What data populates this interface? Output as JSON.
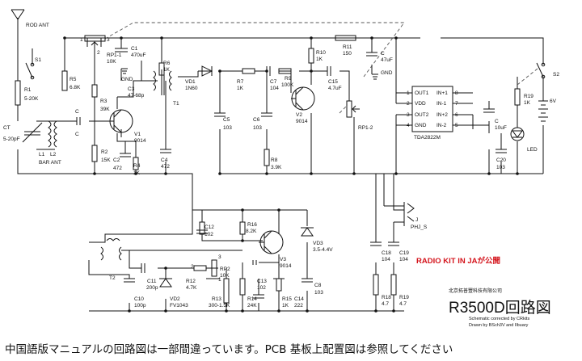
{
  "antenna": {
    "label": "ROD ANT"
  },
  "switch1": {
    "ref": "S1"
  },
  "switch2": {
    "ref": "S2"
  },
  "r1": {
    "ref": "R1",
    "value": "5-20K"
  },
  "ct": {
    "ref": "CT",
    "value": "5-20pF"
  },
  "coil": {
    "l1": "L1",
    "l2": "L2",
    "label": "BAR ANT"
  },
  "cap_c": {
    "ref": "C",
    "value": "C"
  },
  "r5": {
    "ref": "R5",
    "value": "6.8K"
  },
  "rp1_1": {
    "ref": "RP1-1",
    "value": "10K"
  },
  "r3": {
    "ref": "R3",
    "value": "39K"
  },
  "r2": {
    "ref": "R2",
    "value": "15K"
  },
  "c2": {
    "ref": "C2",
    "value": "472"
  },
  "v1": {
    "ref": "V1",
    "value": "9014"
  },
  "r4": {
    "ref": "R4",
    "value": "1K"
  },
  "c1": {
    "ref": "C1",
    "value": "470uF"
  },
  "gnd1": "GND",
  "r6": {
    "ref": "R6",
    "value": "1K"
  },
  "c3": {
    "ref": "C3",
    "value": "47-68p"
  },
  "t1": "T1",
  "c4": {
    "ref": "C4",
    "value": "472"
  },
  "vd1": {
    "ref": "VD1",
    "value": "1N60"
  },
  "c5": {
    "ref": "C5",
    "value": "103"
  },
  "r7": {
    "ref": "R7",
    "value": "1K"
  },
  "c6": {
    "ref": "C6",
    "value": "103"
  },
  "c7": {
    "ref": "C7",
    "value": "104"
  },
  "r9": {
    "ref": "R9",
    "value": "100K"
  },
  "r8": {
    "ref": "R8",
    "value": "3.9K"
  },
  "v2": {
    "ref": "V2",
    "value": "9014"
  },
  "r10": {
    "ref": "R10",
    "value": "1K"
  },
  "c15": {
    "ref": "C15",
    "value": "4.7uF"
  },
  "rp1_2": "RP1-2",
  "r11": {
    "ref": "R11",
    "value": "150"
  },
  "c_top": {
    "ref": "C",
    "value": "47uF"
  },
  "gnd2": "GND",
  "ic": {
    "ref": "TDA2822M",
    "left_pins": [
      {
        "num": "1",
        "name": "OUT1"
      },
      {
        "num": "2",
        "name": "VDD"
      },
      {
        "num": "3",
        "name": "OUT2"
      },
      {
        "num": "4",
        "name": "GND"
      }
    ],
    "right_pins": [
      {
        "num": "8",
        "name": "IN+1"
      },
      {
        "num": "7",
        "name": "IN-1"
      },
      {
        "num": "6",
        "name": "IN+2"
      },
      {
        "num": "5",
        "name": "IN-2"
      }
    ]
  },
  "c_ic": {
    "ref": "C",
    "value": "10uF"
  },
  "c20": {
    "ref": "C20",
    "value": "103"
  },
  "r19": {
    "ref": "R19",
    "value": "1K"
  },
  "led": "LED",
  "battery": "6V",
  "jack": {
    "ref": "J",
    "label": "PHJ_S"
  },
  "c12": {
    "ref": "C12",
    "value": "102"
  },
  "r16": {
    "ref": "R16",
    "value": "8.2K"
  },
  "v3": {
    "ref": "V3",
    "value": "9014"
  },
  "vd3": {
    "ref": "VD3",
    "value": "3.5-4.4V"
  },
  "c8": {
    "ref": "C8",
    "value": "103"
  },
  "t2": "T2",
  "c11": {
    "ref": "C11",
    "value": "200p"
  },
  "r12": {
    "ref": "R12",
    "value": "4.7K"
  },
  "rp2": {
    "ref": "RP2",
    "value": "10K"
  },
  "c13": {
    "ref": "C13",
    "value": "102"
  },
  "c10": {
    "ref": "C10",
    "value": "100p"
  },
  "vd2": {
    "ref": "VD2",
    "value": "FV1043"
  },
  "r13": {
    "ref": "R13",
    "value": "300-1.5K"
  },
  "r14": {
    "ref": "R14",
    "value": "24K"
  },
  "r15": {
    "ref": "R15",
    "value": "1K"
  },
  "c14": {
    "ref": "C14",
    "value": "222"
  },
  "c18": {
    "ref": "C18",
    "value": "104"
  },
  "c19": {
    "ref": "C19",
    "value": "104"
  },
  "r18": {
    "ref": "R18",
    "value": "4.7"
  },
  "r19b": {
    "ref": "R19",
    "value": "4.7"
  },
  "kit_label": "RADIO KIT IN JAが公開",
  "maker": "北京拓普豐科技有限公司",
  "title": "R3500D回路図",
  "credit1": "Schematic corrected by CRkits",
  "credit2": "Drawn by BSch3V and Ilbuary",
  "caption": "中国語版マニュアルの回路図は一部間違っています。PCB 基板上配置図は参照してください",
  "colors": {
    "kit_label": "#d4141c",
    "ink": "#111111"
  }
}
